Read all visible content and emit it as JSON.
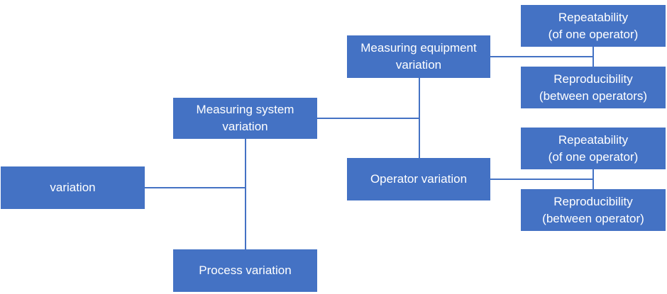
{
  "diagram": {
    "accent_color": "#4472c4",
    "nodes": {
      "variation": "variation",
      "measuring_system": "Measuring system\nvariation",
      "process": "Process variation",
      "measuring_equipment": "Measuring equipment\nvariation",
      "operator": "Operator variation",
      "equipment_repeatability": "Repeatability\n(of one operator)",
      "equipment_reproducibility": "Reproducibility\n(between operators)",
      "operator_repeatability": "Repeatability\n(of one operator)",
      "operator_reproducibility": "Reproducibility\n(between operator)"
    }
  }
}
